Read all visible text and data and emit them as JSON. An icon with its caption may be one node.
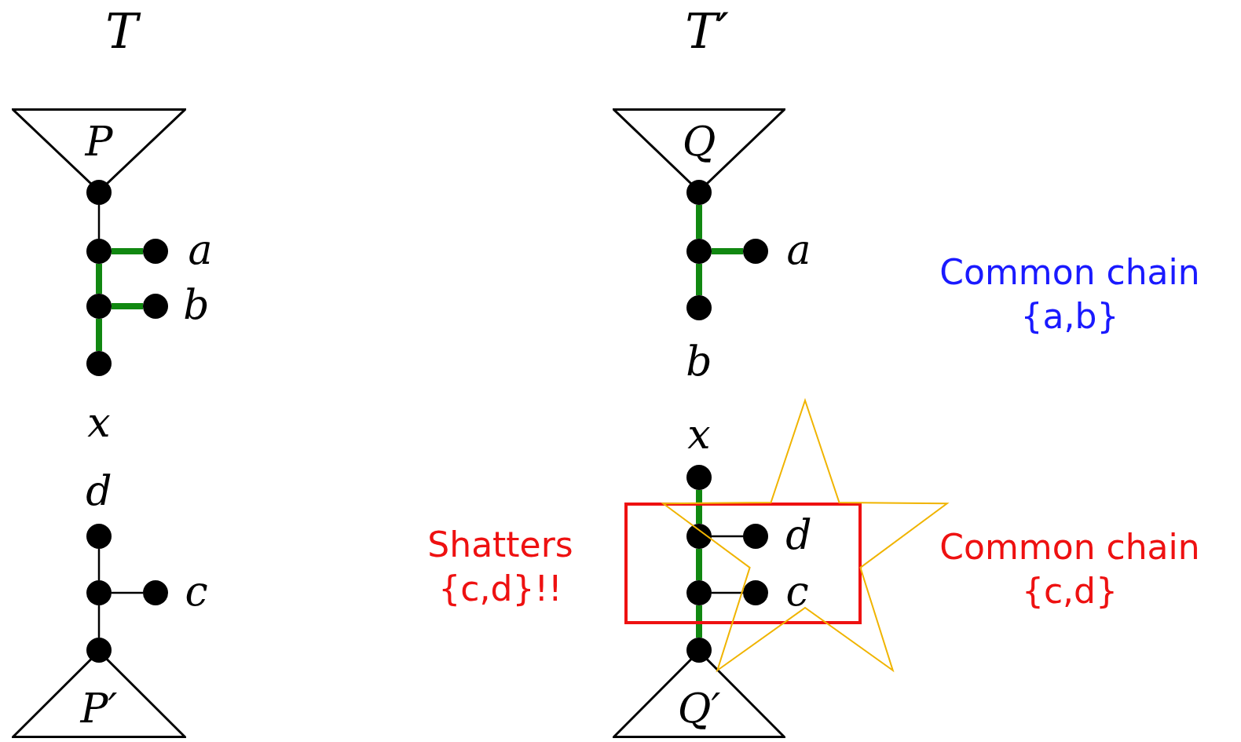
{
  "diagram": {
    "nodes": [
      {
        "text": [
          "P"
        ]
      },
      {
        "text": [],
        "shape": "circle"
      },
      {
        "text": [],
        "shape": "circle"
      },
      {
        "text": [],
        "shape": "circle",
        "beside": [
          "a"
        ]
      },
      {
        "text": [],
        "shape": "circle"
      },
      {
        "text": [],
        "shape": "circle",
        "beside": [
          "b"
        ]
      },
      {
        "text": [],
        "shape": "circle",
        "beside": [
          "x"
        ]
      },
      {
        "text": [],
        "shape": "circle",
        "beside": [
          "d"
        ]
      },
      {
        "text": [],
        "shape": "circle"
      },
      {
        "text": [],
        "shape": "circle",
        "beside": [
          "c"
        ]
      },
      {
        "text": [],
        "shape": "circle"
      },
      {
        "text": [
          "P′"
        ]
      },
      {
        "text": [
          "Q"
        ]
      },
      {
        "text": [],
        "shape": "circle"
      },
      {
        "text": [],
        "shape": "circle"
      },
      {
        "text": [],
        "shape": "circle",
        "beside": [
          "a"
        ]
      },
      {
        "text": [],
        "shape": "circle",
        "beside": [
          "b"
        ]
      },
      {
        "text": [],
        "shape": "circle",
        "beside": [
          "x"
        ]
      },
      {
        "text": [],
        "shape": "circle"
      },
      {
        "text": [],
        "shape": "circle",
        "beside": [
          "d"
        ]
      },
      {
        "text": [],
        "shape": "circle"
      },
      {
        "text": [],
        "shape": "circle",
        "beside": [
          "c"
        ]
      },
      {
        "text": [],
        "shape": "circle"
      },
      {
        "text": [
          "Q′"
        ]
      }
    ],
    "edges": [
      {
        "from": 1,
        "to": 2,
        "arrow": "none",
        "color": "#000000"
      },
      {
        "from": 2,
        "to": 3,
        "arrow": "none"
      },
      {
        "from": 2,
        "to": 4,
        "arrow": "none"
      },
      {
        "from": 4,
        "to": 5,
        "arrow": "none"
      },
      {
        "from": 4,
        "to": 6,
        "arrow": "none"
      },
      {
        "from": 7,
        "to": 8,
        "arrow": "none",
        "color": "#000000"
      },
      {
        "from": 8,
        "to": 9,
        "arrow": "none",
        "color": "#000000"
      },
      {
        "from": 8,
        "to": 10,
        "arrow": "none",
        "color": "#000000"
      },
      {
        "from": 13,
        "to": 14,
        "arrow": "none"
      },
      {
        "from": 14,
        "to": 15,
        "arrow": "none"
      },
      {
        "from": 14,
        "to": 16,
        "arrow": "none"
      },
      {
        "from": 17,
        "to": 18,
        "arrow": "none"
      },
      {
        "from": 18,
        "to": 19,
        "arrow": "none",
        "color": "#000000"
      },
      {
        "from": 18,
        "to": 20,
        "arrow": "none"
      },
      {
        "from": 20,
        "to": 21,
        "arrow": "none",
        "color": "#000000"
      },
      {
        "from": 20,
        "to": 22,
        "arrow": "none"
      }
    ],
    "labels": [
      "T",
      "T′",
      "Common chain {a,b}",
      "Shatters {c,d}!!",
      "Common chain {c,d}"
    ]
  }
}
